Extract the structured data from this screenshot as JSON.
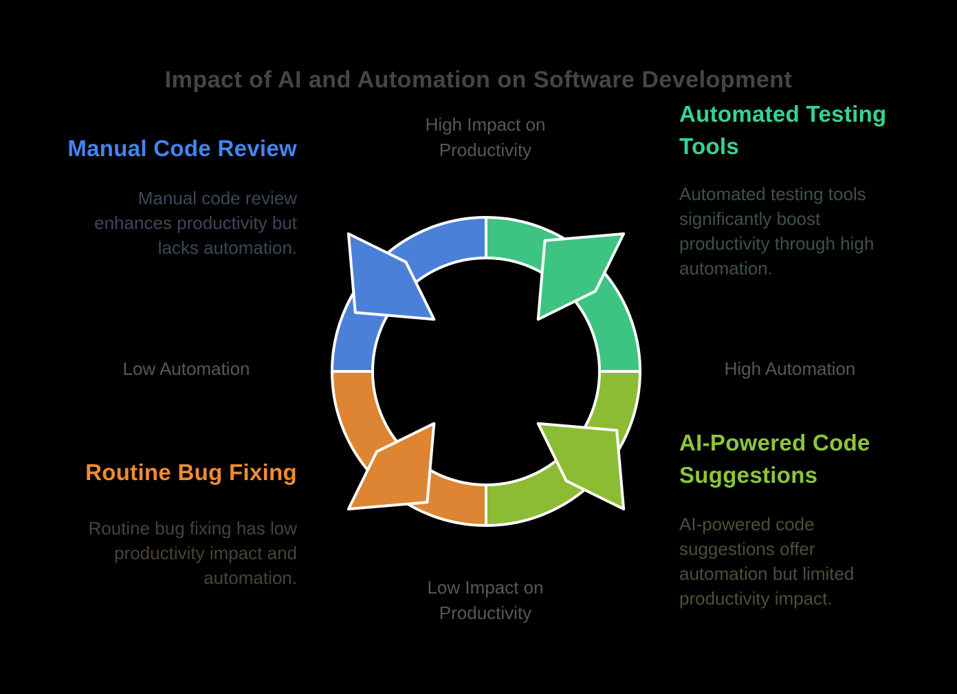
{
  "title": "Impact of AI and Automation on Software Development",
  "colors": {
    "background": "#000000",
    "title_text": "#43454A",
    "axis_text": "#55575B",
    "segment_outline": "#FFFFFF"
  },
  "axis_labels": {
    "top": [
      "High Impact on",
      "Productivity"
    ],
    "bottom": [
      "Low Impact on",
      "Productivity"
    ],
    "left": [
      "Low Automation"
    ],
    "right": [
      "High Automation"
    ]
  },
  "quadrants": {
    "top_left": {
      "heading": [
        "Manual Code Review"
      ],
      "heading_color": "#4484F3",
      "description": [
        "Manual code review",
        "enhances productivity but",
        "lacks automation."
      ],
      "description_color": "#3B4759",
      "segment_color": "#4B80D9"
    },
    "top_right": {
      "heading": [
        "Automated Testing",
        "Tools"
      ],
      "heading_color": "#36D392",
      "description": [
        "Automated testing tools",
        "significantly boost",
        "productivity through high",
        "automation."
      ],
      "description_color": "#3F5049",
      "segment_color": "#3EC482"
    },
    "bottom_right": {
      "heading": [
        "AI-Powered Code",
        "Suggestions"
      ],
      "heading_color": "#8DC53B",
      "description": [
        "AI-powered code",
        "suggestions offer",
        "automation but limited",
        "productivity impact."
      ],
      "description_color": "#475138",
      "segment_color": "#8BBC34"
    },
    "bottom_left": {
      "heading": [
        "Routine Bug Fixing"
      ],
      "heading_color": "#EF8C2F",
      "description": [
        "Routine bug fixing has low",
        "productivity impact and",
        "automation."
      ],
      "description_color": "#4B4236",
      "segment_color": "#DD8533"
    }
  },
  "cycle": {
    "flow_direction": "counterclockwise"
  }
}
